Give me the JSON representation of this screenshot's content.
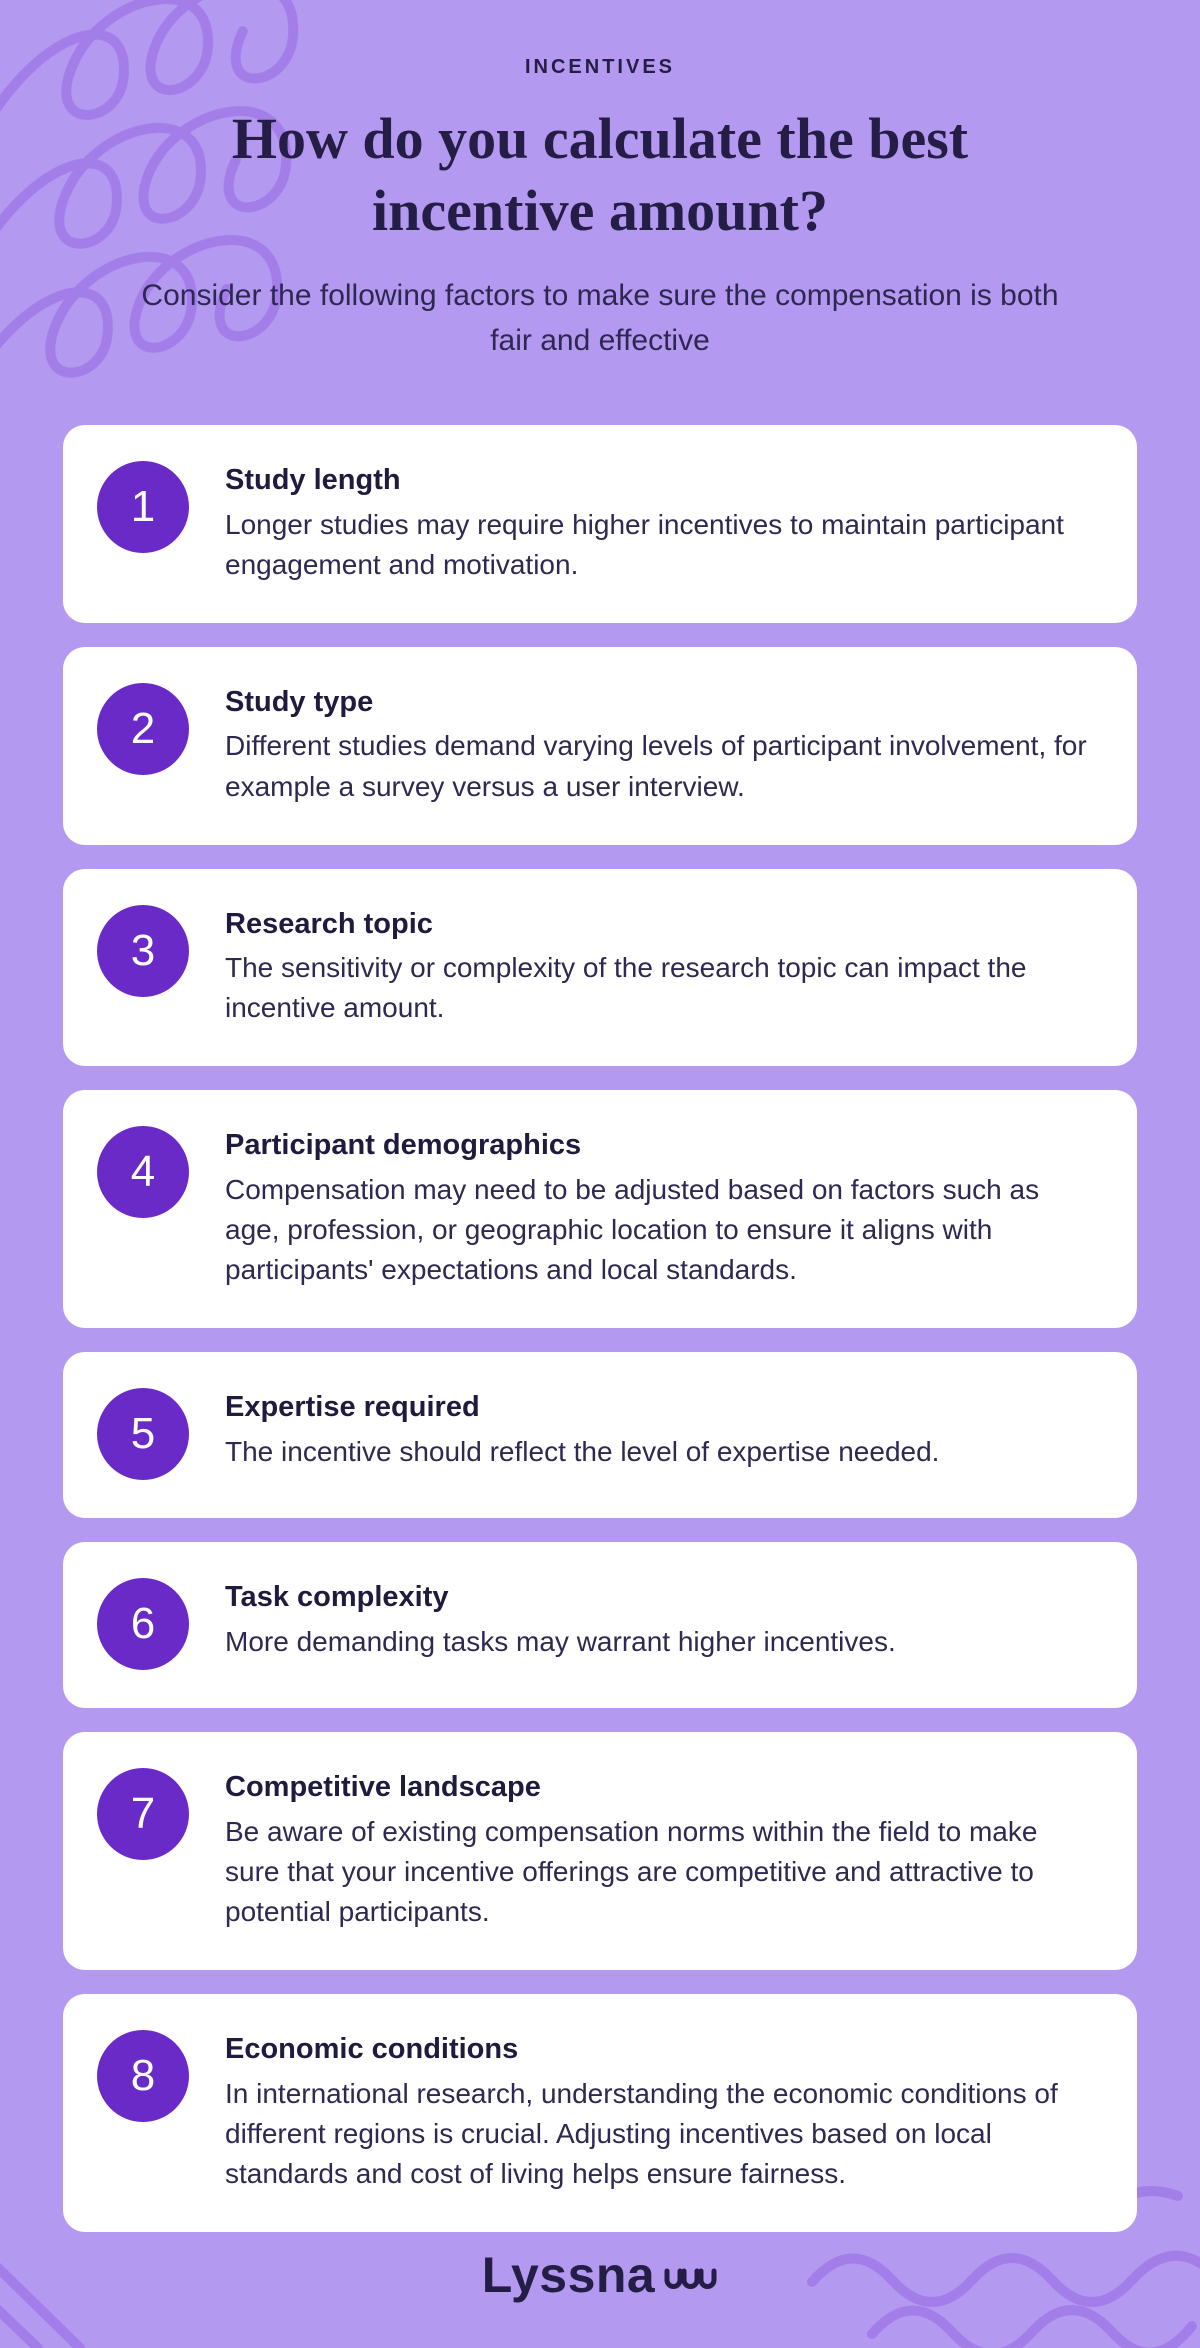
{
  "header": {
    "eyebrow": "INCENTIVES",
    "title": "How do you calculate the best incentive amount?",
    "subtitle": "Consider the following factors to make sure the compensation is both fair and effective"
  },
  "cards": [
    {
      "number": "1",
      "title": "Study length",
      "body": "Longer studies may require higher incentives to maintain participant engagement and motivation."
    },
    {
      "number": "2",
      "title": "Study type",
      "body": "Different studies demand varying levels of participant involvement, for example a survey versus a user interview."
    },
    {
      "number": "3",
      "title": "Research topic",
      "body": "The sensitivity or complexity of the research topic can impact the incentive amount."
    },
    {
      "number": "4",
      "title": "Participant demographics",
      "body": "Compensation may need to be adjusted based on factors such as age, profession, or geographic location to ensure it aligns with participants' expectations and local standards."
    },
    {
      "number": "5",
      "title": "Expertise required",
      "body": "The incentive should reflect the level of expertise needed."
    },
    {
      "number": "6",
      "title": "Task complexity",
      "body": "More demanding tasks may warrant higher incentives."
    },
    {
      "number": "7",
      "title": "Competitive landscape",
      "body": "Be aware of existing compensation norms within the field to make sure that your incentive offerings are competitive and attractive to potential participants."
    },
    {
      "number": "8",
      "title": "Economic conditions",
      "body": "In international research, understanding the economic conditions of different regions is crucial. Adjusting incentives based on local standards and cost of living helps ensure fairness."
    }
  ],
  "footer": {
    "brand": "Lyssna",
    "brand_icon": "waveform-icon"
  },
  "colors": {
    "background": "#b499f1",
    "accent_circle": "#6a2ac7",
    "card_background": "#ffffff",
    "heading_text": "#241e46",
    "body_text": "#2d2950",
    "squiggle": "#9668e2"
  }
}
